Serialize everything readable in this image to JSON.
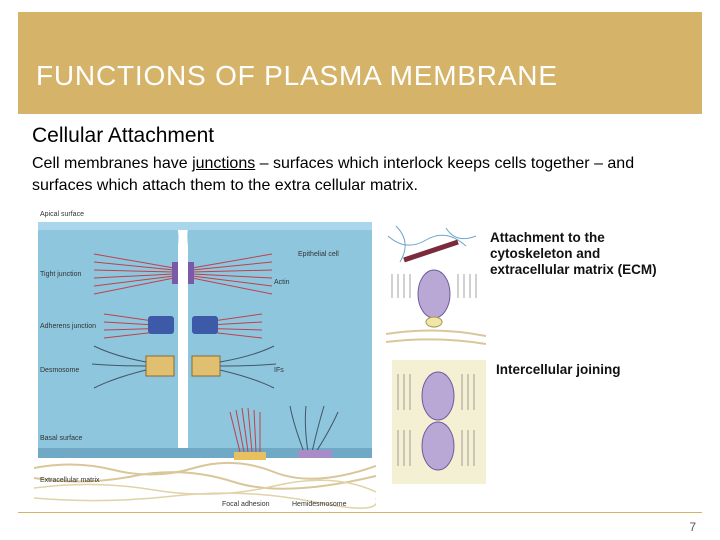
{
  "slide": {
    "title": "FUNCTIONS OF PLASMA MEMBRANE",
    "subtitle": "Cellular Attachment",
    "body": {
      "part1": "Cell membranes have ",
      "emphasis": "junctions",
      "part2": " – surfaces which interlock keeps cells together – and surfaces which attach them to the extra cellular matrix."
    },
    "page_number": "7"
  },
  "figure_left": {
    "labels": {
      "apical_surface": "Apical surface",
      "epithelial_cell": "Epithelial cell",
      "tight_junction": "Tight junction",
      "actin": "Actin",
      "adherens_junction": "Adherens junction",
      "desmosome": "Desmosome",
      "ifs": "IFs",
      "basal_surface": "Basal surface",
      "extracellular_matrix": "Extracellular matrix",
      "focal_adhesion": "Focal adhesion",
      "hemidesmosome": "Hemidesmosome"
    }
  },
  "figure_right": {
    "caption_attachment": "Attachment to the cytoskeleton and extracellular matrix (ECM)",
    "caption_joining": "Intercellular joining"
  },
  "colors": {
    "title_bar": "#d5b46a",
    "cell_fill": "#8ec6de",
    "actin": "#c0404a",
    "intermediate_filament": "#445566"
  }
}
